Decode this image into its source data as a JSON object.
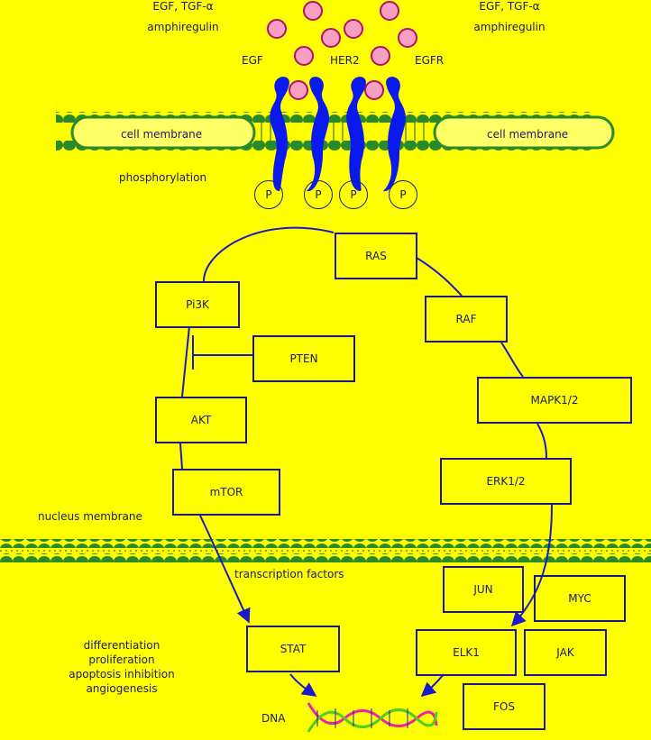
{
  "ligands_left": [
    "EGF, TGF-α",
    "amphiregulin"
  ],
  "ligands_right": [
    "EGF, TGF-α",
    "amphiregulin"
  ],
  "receptors": [
    "EGF",
    "HER2",
    "EGFR"
  ],
  "membranes": {
    "cell_left": "cell membrane",
    "cell_right": "cell membrane",
    "phosphorylation": "phosphorylation",
    "nucleus": "nucleus membrane",
    "transcription": "transcription factors"
  },
  "phospho_label": "P",
  "nodes": {
    "ras": "RAS",
    "raf": "RAF",
    "mapk": "MAPK1/2",
    "erk": "ERK1/2",
    "pi3k": "Pi3K",
    "pten": "PTEN",
    "akt": "AKT",
    "mtor": "mTOR",
    "jun": "JUN",
    "myc": "MYC",
    "stat": "STAT",
    "elk1": "ELK1",
    "jak": "JAK",
    "fos": "FOS"
  },
  "outcomes": [
    "differentiation",
    "proliferation",
    "apoptosis inhibition",
    "angiogenesis"
  ],
  "dna": "DNA"
}
